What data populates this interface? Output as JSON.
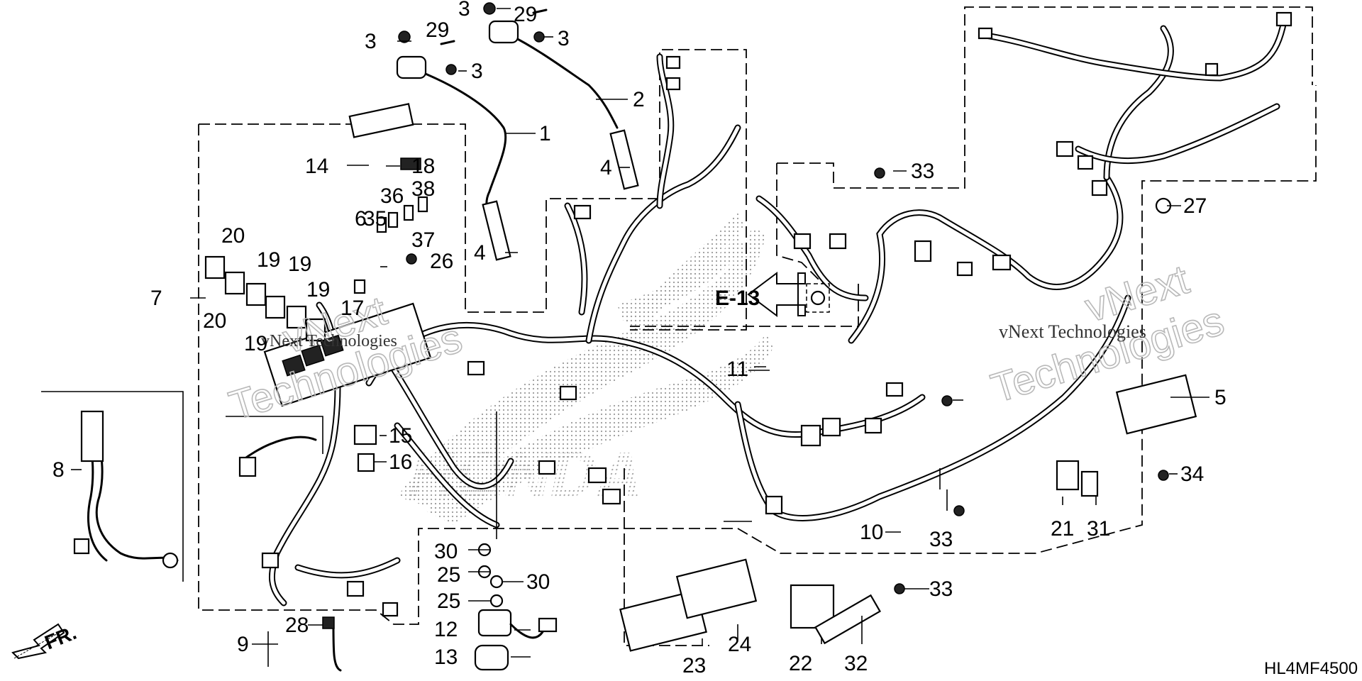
{
  "diagram": {
    "part_numbers": [
      "1",
      "2",
      "3",
      "3",
      "3",
      "3",
      "4",
      "4",
      "5",
      "6",
      "7",
      "8",
      "9",
      "10",
      "11",
      "12",
      "13",
      "14",
      "15",
      "16",
      "17",
      "18",
      "19",
      "19",
      "19",
      "19",
      "20",
      "20",
      "21",
      "22",
      "23",
      "24",
      "25",
      "25",
      "26",
      "27",
      "28",
      "29",
      "29",
      "30",
      "30",
      "31",
      "32",
      "33",
      "33",
      "33",
      "34",
      "35",
      "36",
      "37",
      "38"
    ],
    "reference_label": "E-13",
    "direction_label": "FR.",
    "diagram_code": "HL4MF4500",
    "watermark_text": [
      "vNext",
      "Technologies"
    ],
    "watermark_caption": "vNext Technologies"
  }
}
